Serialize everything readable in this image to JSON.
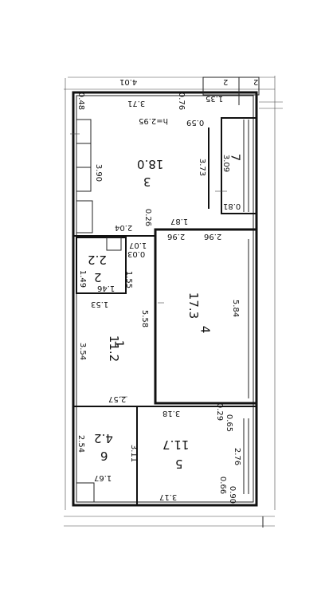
{
  "ceiling_height": "h=2.95",
  "rooms": [
    {
      "number": "3",
      "area": "18.0"
    },
    {
      "number": "2",
      "area": "2.2"
    },
    {
      "number": "1",
      "area": "11.2"
    },
    {
      "number": "4",
      "area": "17.3"
    },
    {
      "number": "6",
      "area": "4.2"
    },
    {
      "number": "5",
      "area": "11.7"
    },
    {
      "number": "7",
      "area": ""
    }
  ],
  "dimensions": {
    "d401": "4.01",
    "d135": "1.35",
    "d048": "0.48",
    "d371": "3.71",
    "d076": "0.76",
    "d059": "0.59",
    "d390": "3.90",
    "d373": "3.73",
    "d309": "3.09",
    "d081": "0.81",
    "d026": "0.26",
    "d204": "2.04",
    "d187": "1.87",
    "d296a": "2.96",
    "d296b": "2.96",
    "d107": "1.07",
    "d003": "0.03",
    "d149": "1.49",
    "d146": "1.46",
    "d155": "1.55",
    "d153": "1.53",
    "d558": "5.58",
    "d584": "5.84",
    "d354": "3.54",
    "d257": "2.57",
    "d318": "3.18",
    "d029": "0.29",
    "d065": "0.65",
    "d254": "2.54",
    "d311": "3.11",
    "d276": "2.76",
    "d167": "1.67",
    "d317": "3.17",
    "d066": "0.66",
    "d090": "0.90",
    "d2a": "2",
    "d2b": "2"
  }
}
